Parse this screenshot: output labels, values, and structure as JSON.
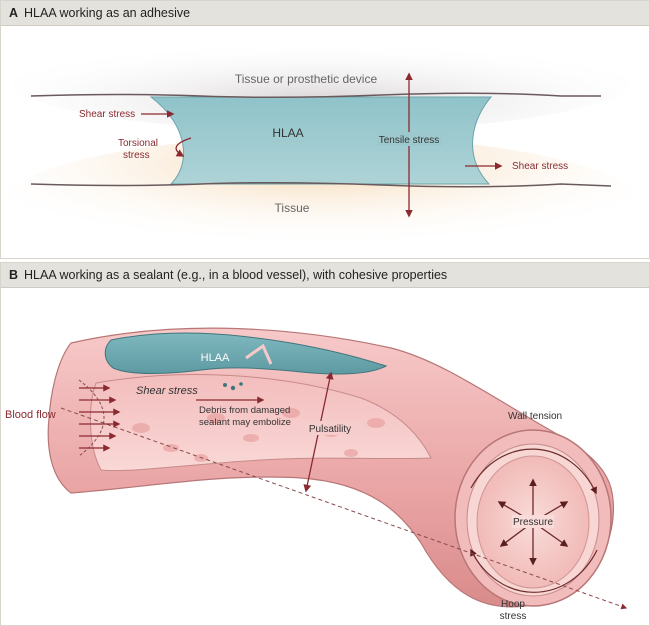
{
  "panel_a": {
    "letter": "A",
    "title": "HLAA working as an adhesive",
    "labels": {
      "top_surface": "Tissue or prosthetic device",
      "adhesive": "HLAA",
      "bottom_surface": "Tissue",
      "shear_left": "Shear stress",
      "torsional_1": "Torsional",
      "torsional_2": "stress",
      "tensile": "Tensile stress",
      "shear_right": "Shear stress"
    }
  },
  "panel_b": {
    "letter": "B",
    "title": "HLAA working as a sealant (e.g., in a blood vessel), with cohesive properties",
    "labels": {
      "blood_flow": "Blood flow",
      "sealant": "HLAA",
      "shear": "Shear stress",
      "debris_1": "Debris from damaged",
      "debris_2": "sealant may embolize",
      "pulsatility": "Pulsatility",
      "wall_tension": "Wall tension",
      "pressure": "Pressure",
      "hoop_1": "Hoop",
      "hoop_2": "stress"
    }
  },
  "colors": {
    "arrow": "#8a2a30",
    "hlaa": "#9cc8ce",
    "vessel": "#eaa6a6",
    "tissue": "#f3d9b8"
  }
}
